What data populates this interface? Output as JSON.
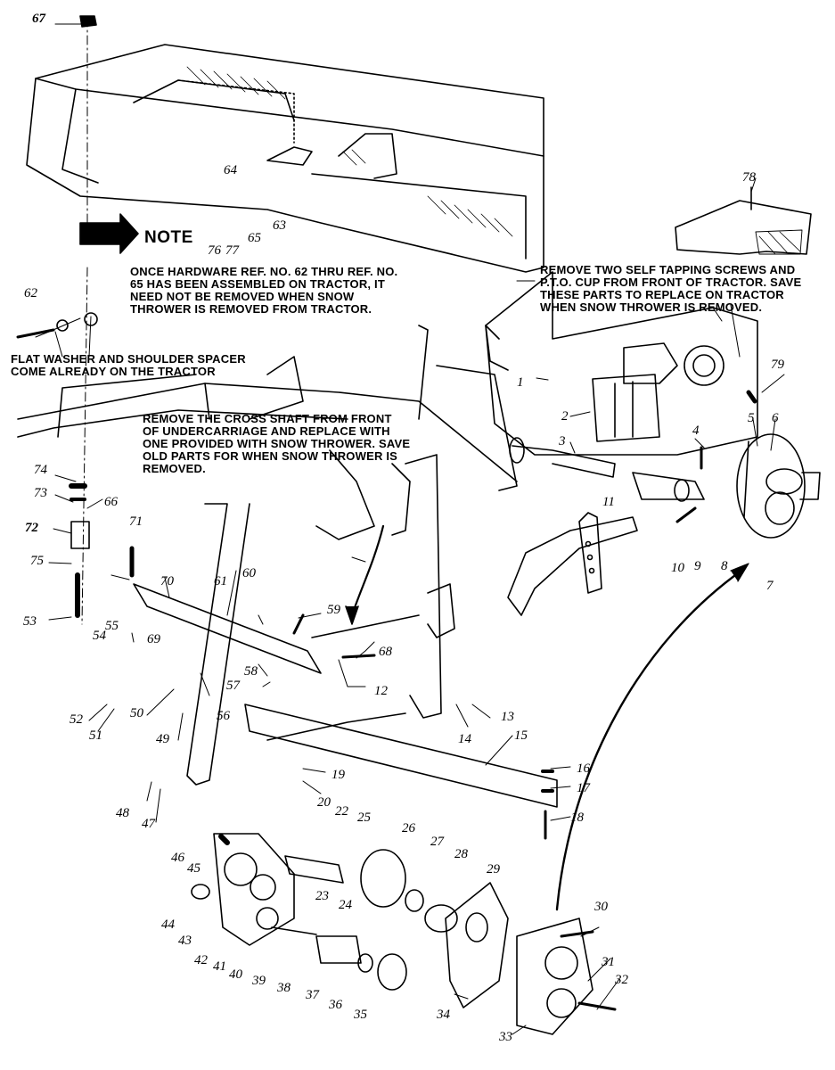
{
  "note": {
    "title": "NOTE",
    "hardware_note": "ONCE HARDWARE REF. NO. 62 THRU REF. NO.\n65 HAS BEEN ASSEMBLED ON TRACTOR, IT\nNEED NOT BE REMOVED WHEN SNOW\nTHROWER IS REMOVED FROM TRACTOR.",
    "screws_note": "REMOVE TWO SELF TAPPING SCREWS AND\nP.T.O. CUP FROM FRONT OF TRACTOR. SAVE\nTHESE PARTS TO REPLACE ON TRACTOR\nWHEN SNOW THROWER IS REMOVED.",
    "washer_note": "FLAT WASHER AND SHOULDER SPACER\nCOME ALREADY ON THE TRACTOR",
    "cross_shaft_note": "REMOVE THE CROSS SHAFT FROM FRONT\nOF UNDERCARRIAGE AND REPLACE WITH\nONE PROVIDED WITH SNOW THROWER. SAVE\nOLD PARTS FOR WHEN SNOW THROWER IS\nREMOVED."
  },
  "callouts": [
    "67",
    "64",
    "63",
    "65",
    "77",
    "76",
    "78",
    "62",
    "79",
    "1",
    "2",
    "3",
    "4",
    "5",
    "6",
    "74",
    "73",
    "66",
    "72",
    "71",
    "75",
    "53",
    "70",
    "61",
    "60",
    "59",
    "55",
    "54",
    "69",
    "58",
    "57",
    "68",
    "12",
    "11",
    "10",
    "9",
    "8",
    "7",
    "52",
    "51",
    "50",
    "56",
    "49",
    "13",
    "14",
    "15",
    "16",
    "17",
    "18",
    "19",
    "20",
    "48",
    "47",
    "22",
    "25",
    "26",
    "27",
    "28",
    "29",
    "30",
    "46",
    "45",
    "44",
    "43",
    "42",
    "41",
    "40",
    "39",
    "38",
    "37",
    "36",
    "35",
    "34",
    "33",
    "31",
    "32",
    "23",
    "24"
  ]
}
